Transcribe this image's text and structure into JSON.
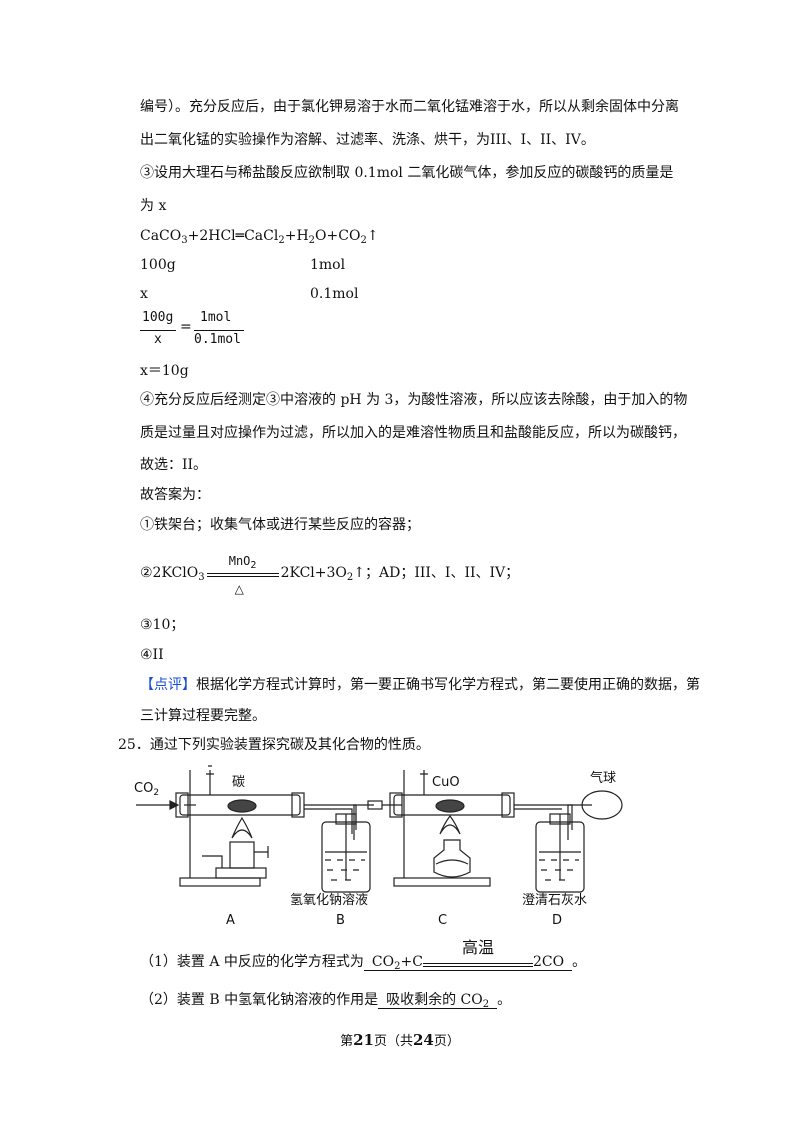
{
  "para_top": [
    "编号）。充分反应后，由于氯化钾易溶于水而二氧化锰难溶于水，所以从剩余固体中分离",
    "出二氧化锰的实验操作为溶解、过滤率、洗涤、烘干，为III、I、II、IV。",
    "③设用大理石与稀盐酸反应欲制取 0.1mol 二氧化碳气体，参加反应的碳酸钙的质量是",
    "为 x"
  ],
  "equation_caco3": {
    "pre": "CaCO",
    "s1": "3",
    "mid1": "+2HCl═CaCl",
    "s2": "2",
    "mid2": "+H",
    "s3": "2",
    "mid3": "O+CO",
    "s4": "2",
    "end": "↑"
  },
  "ratio_rows": [
    {
      "left": "100g",
      "right": "1mol"
    },
    {
      "left": "x",
      "right": "0.1mol"
    }
  ],
  "fraction": {
    "num_left": "100g",
    "den_left": "x",
    "equals": "=",
    "num_right": "1mol",
    "den_right": "0.1mol"
  },
  "result": "x＝10g",
  "para_mid": [
    "④充分反应后经测定③中溶液的 pH 为 3，为酸性溶液，所以应该去除酸，由于加入的物",
    "质是过量且对应操作为过滤，所以加入的是难溶性物质且和盐酸能反应，所以为碳酸钙，",
    "故选：II。",
    "故答案为：",
    "①铁架台；收集气体或进行某些反应的容器；"
  ],
  "answer2": {
    "pre": "②2KClO",
    "s1": "3",
    "cond_top": "MnO",
    "cond_sub": "2",
    "cond_bottom": "△",
    "post1": "2KCl+3O",
    "s2": "2",
    "post2": "↑；AD；III、I、II、IV；"
  },
  "answer3": "③10；",
  "answer4": "④II",
  "comment": {
    "tag": "【点评】",
    "line1": "根据化学方程式计算时，第一要正确书写化学方程式，第二要使用正确的数据，第",
    "line2": "三计算过程要完整。"
  },
  "question": {
    "number": "25．",
    "text": "通过下列实验装置探究碳及其化合物的性质。"
  },
  "diagram": {
    "co2": "CO",
    "co2_sub": "2",
    "carbon": "碳",
    "cuo": "CuO",
    "balloon": "气球",
    "naoh": "氢氧化钠溶液",
    "limewater": "澄清石灰水",
    "labels": [
      "A",
      "B",
      "C",
      "D"
    ]
  },
  "q1": {
    "pre": "（1）装置 A 中反应的化学方程式为",
    "ans_pre": "CO",
    "s1": "2",
    "ans_mid": "+C",
    "cond": "高温",
    "ans_post": "2CO",
    "end": "。"
  },
  "q2": {
    "pre": "（2）装置 B 中氢氧化钠溶液的作用是",
    "ans": "吸收剩余的 CO",
    "s1": "2",
    "end": "。"
  },
  "footer": {
    "pre": "第",
    "page": "21",
    "mid": "页（共",
    "total": "24",
    "post": "页）"
  }
}
